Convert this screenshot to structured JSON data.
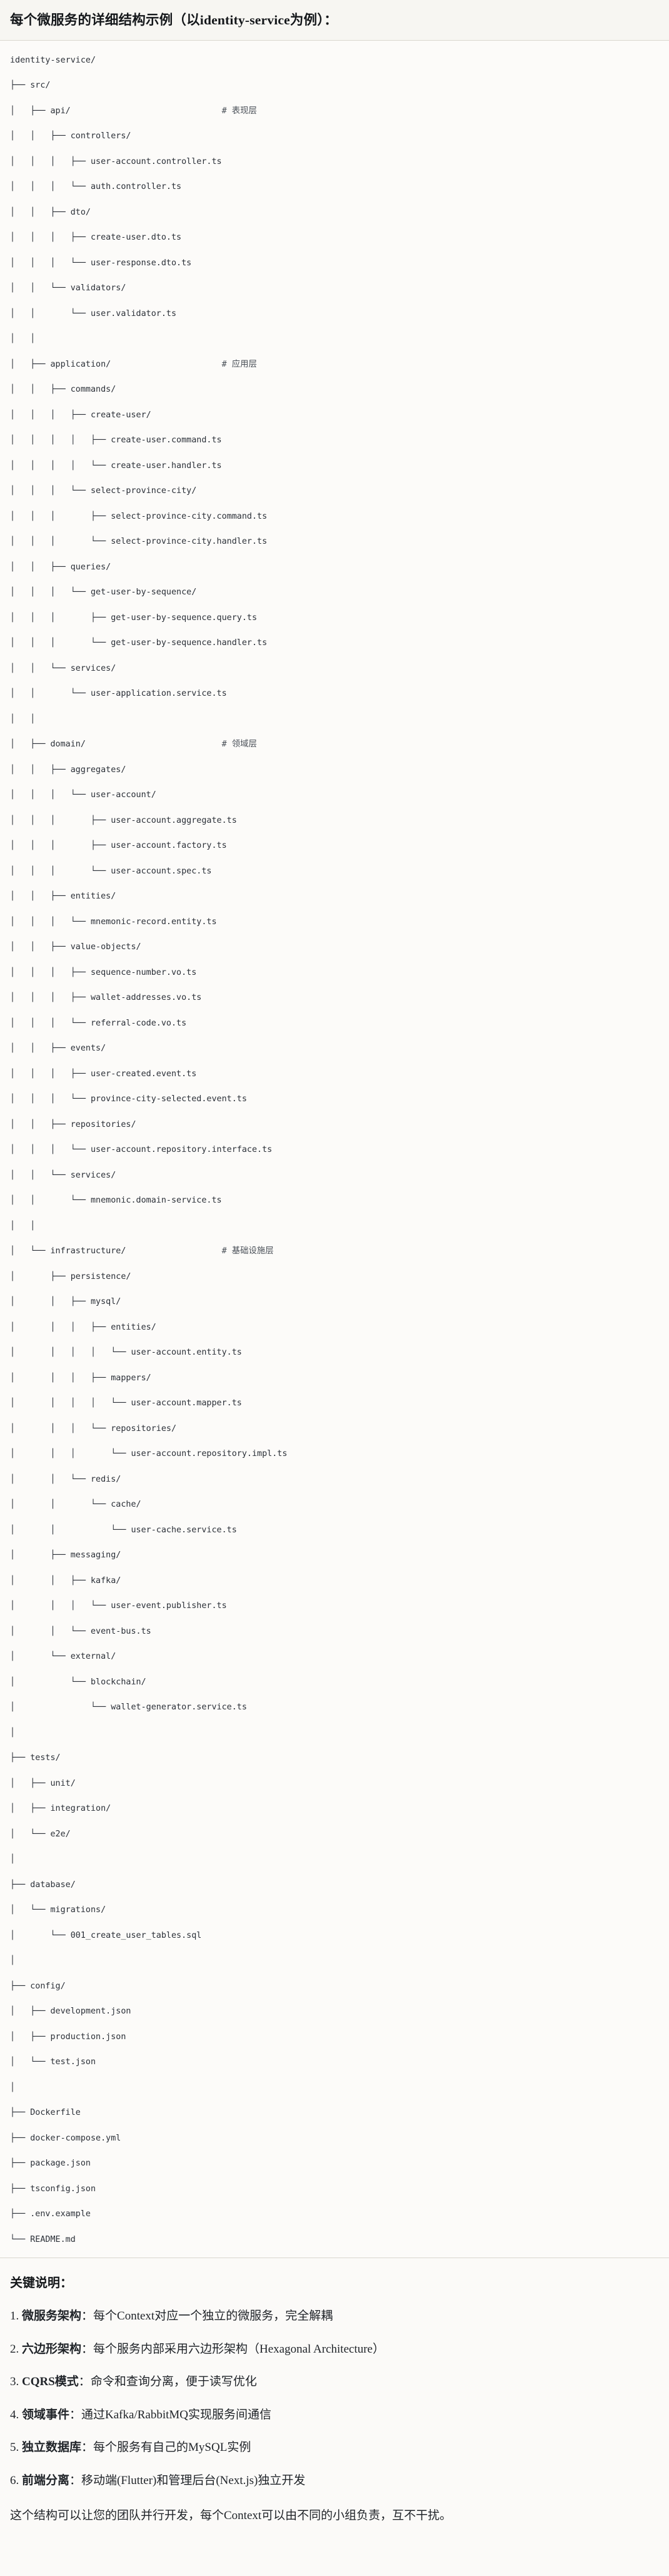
{
  "header": {
    "title": "每个微服务的详细结构示例（以identity-service为例）："
  },
  "tree": {
    "root": "identity-service/",
    "lines": [
      {
        "text": "identity-service/",
        "comment": ""
      },
      {
        "text": "├── src/",
        "comment": ""
      },
      {
        "text": "│   ├── api/",
        "comment": "# 表现层"
      },
      {
        "text": "│   │   ├── controllers/",
        "comment": ""
      },
      {
        "text": "│   │   │   ├── user-account.controller.ts",
        "comment": ""
      },
      {
        "text": "│   │   │   └── auth.controller.ts",
        "comment": ""
      },
      {
        "text": "│   │   ├── dto/",
        "comment": ""
      },
      {
        "text": "│   │   │   ├── create-user.dto.ts",
        "comment": ""
      },
      {
        "text": "│   │   │   └── user-response.dto.ts",
        "comment": ""
      },
      {
        "text": "│   │   └── validators/",
        "comment": ""
      },
      {
        "text": "│   │       └── user.validator.ts",
        "comment": ""
      },
      {
        "text": "│   │",
        "comment": ""
      },
      {
        "text": "│   ├── application/",
        "comment": "# 应用层"
      },
      {
        "text": "│   │   ├── commands/",
        "comment": ""
      },
      {
        "text": "│   │   │   ├── create-user/",
        "comment": ""
      },
      {
        "text": "│   │   │   │   ├── create-user.command.ts",
        "comment": ""
      },
      {
        "text": "│   │   │   │   └── create-user.handler.ts",
        "comment": ""
      },
      {
        "text": "│   │   │   └── select-province-city/",
        "comment": ""
      },
      {
        "text": "│   │   │       ├── select-province-city.command.ts",
        "comment": ""
      },
      {
        "text": "│   │   │       └── select-province-city.handler.ts",
        "comment": ""
      },
      {
        "text": "│   │   ├── queries/",
        "comment": ""
      },
      {
        "text": "│   │   │   └── get-user-by-sequence/",
        "comment": ""
      },
      {
        "text": "│   │   │       ├── get-user-by-sequence.query.ts",
        "comment": ""
      },
      {
        "text": "│   │   │       └── get-user-by-sequence.handler.ts",
        "comment": ""
      },
      {
        "text": "│   │   └── services/",
        "comment": ""
      },
      {
        "text": "│   │       └── user-application.service.ts",
        "comment": ""
      },
      {
        "text": "│   │",
        "comment": ""
      },
      {
        "text": "│   ├── domain/",
        "comment": "# 领域层"
      },
      {
        "text": "│   │   ├── aggregates/",
        "comment": ""
      },
      {
        "text": "│   │   │   └── user-account/",
        "comment": ""
      },
      {
        "text": "│   │   │       ├── user-account.aggregate.ts",
        "comment": ""
      },
      {
        "text": "│   │   │       ├── user-account.factory.ts",
        "comment": ""
      },
      {
        "text": "│   │   │       └── user-account.spec.ts",
        "comment": ""
      },
      {
        "text": "│   │   ├── entities/",
        "comment": ""
      },
      {
        "text": "│   │   │   └── mnemonic-record.entity.ts",
        "comment": ""
      },
      {
        "text": "│   │   ├── value-objects/",
        "comment": ""
      },
      {
        "text": "│   │   │   ├── sequence-number.vo.ts",
        "comment": ""
      },
      {
        "text": "│   │   │   ├── wallet-addresses.vo.ts",
        "comment": ""
      },
      {
        "text": "│   │   │   └── referral-code.vo.ts",
        "comment": ""
      },
      {
        "text": "│   │   ├── events/",
        "comment": ""
      },
      {
        "text": "│   │   │   ├── user-created.event.ts",
        "comment": ""
      },
      {
        "text": "│   │   │   └── province-city-selected.event.ts",
        "comment": ""
      },
      {
        "text": "│   │   ├── repositories/",
        "comment": ""
      },
      {
        "text": "│   │   │   └── user-account.repository.interface.ts",
        "comment": ""
      },
      {
        "text": "│   │   └── services/",
        "comment": ""
      },
      {
        "text": "│   │       └── mnemonic.domain-service.ts",
        "comment": ""
      },
      {
        "text": "│   │",
        "comment": ""
      },
      {
        "text": "│   └── infrastructure/",
        "comment": "# 基础设施层"
      },
      {
        "text": "│       ├── persistence/",
        "comment": ""
      },
      {
        "text": "│       │   ├── mysql/",
        "comment": ""
      },
      {
        "text": "│       │   │   ├── entities/",
        "comment": ""
      },
      {
        "text": "│       │   │   │   └── user-account.entity.ts",
        "comment": ""
      },
      {
        "text": "│       │   │   ├── mappers/",
        "comment": ""
      },
      {
        "text": "│       │   │   │   └── user-account.mapper.ts",
        "comment": ""
      },
      {
        "text": "│       │   │   └── repositories/",
        "comment": ""
      },
      {
        "text": "│       │   │       └── user-account.repository.impl.ts",
        "comment": ""
      },
      {
        "text": "│       │   └── redis/",
        "comment": ""
      },
      {
        "text": "│       │       └── cache/",
        "comment": ""
      },
      {
        "text": "│       │           └── user-cache.service.ts",
        "comment": ""
      },
      {
        "text": "│       ├── messaging/",
        "comment": ""
      },
      {
        "text": "│       │   ├── kafka/",
        "comment": ""
      },
      {
        "text": "│       │   │   └── user-event.publisher.ts",
        "comment": ""
      },
      {
        "text": "│       │   └── event-bus.ts",
        "comment": ""
      },
      {
        "text": "│       └── external/",
        "comment": ""
      },
      {
        "text": "│           └── blockchain/",
        "comment": ""
      },
      {
        "text": "│               └── wallet-generator.service.ts",
        "comment": ""
      },
      {
        "text": "│",
        "comment": ""
      },
      {
        "text": "├── tests/",
        "comment": ""
      },
      {
        "text": "│   ├── unit/",
        "comment": ""
      },
      {
        "text": "│   ├── integration/",
        "comment": ""
      },
      {
        "text": "│   └── e2e/",
        "comment": ""
      },
      {
        "text": "│",
        "comment": ""
      },
      {
        "text": "├── database/",
        "comment": ""
      },
      {
        "text": "│   └── migrations/",
        "comment": ""
      },
      {
        "text": "│       └── 001_create_user_tables.sql",
        "comment": ""
      },
      {
        "text": "│",
        "comment": ""
      },
      {
        "text": "├── config/",
        "comment": ""
      },
      {
        "text": "│   ├── development.json",
        "comment": ""
      },
      {
        "text": "│   ├── production.json",
        "comment": ""
      },
      {
        "text": "│   └── test.json",
        "comment": ""
      },
      {
        "text": "│",
        "comment": ""
      },
      {
        "text": "├── Dockerfile",
        "comment": ""
      },
      {
        "text": "├── docker-compose.yml",
        "comment": ""
      },
      {
        "text": "├── package.json",
        "comment": ""
      },
      {
        "text": "├── tsconfig.json",
        "comment": ""
      },
      {
        "text": "├── .env.example",
        "comment": ""
      },
      {
        "text": "└── README.md",
        "comment": ""
      }
    ],
    "comment_column": 42
  },
  "notes": {
    "title": "关键说明：",
    "items": [
      {
        "num": "1.",
        "term": "微服务架构",
        "sep": "：",
        "desc": "每个Context对应一个独立的微服务，完全解耦"
      },
      {
        "num": "2.",
        "term": "六边形架构",
        "sep": "：",
        "desc": "每个服务内部采用六边形架构（Hexagonal Architecture）"
      },
      {
        "num": "3.",
        "term": "CQRS模式",
        "sep": "：",
        "desc": "命令和查询分离，便于读写优化"
      },
      {
        "num": "4.",
        "term": "领域事件",
        "sep": "：",
        "desc": "通过Kafka/RabbitMQ实现服务间通信"
      },
      {
        "num": "5.",
        "term": "独立数据库",
        "sep": "：",
        "desc": "每个服务有自己的MySQL实例"
      },
      {
        "num": "6.",
        "term": "前端分离",
        "sep": "：",
        "desc": "移动端(Flutter)和管理后台(Next.js)独立开发"
      }
    ],
    "closing": "这个结构可以让您的团队并行开发，每个Context可以由不同的小组负责，互不干扰。"
  },
  "colors": {
    "page_bg": "#fbfaf8",
    "header_bg": "#f7f6f2",
    "rule": "#d9d6cf",
    "text": "#1f2328",
    "code_text": "#2b3038",
    "comment_text": "#4a5058"
  }
}
